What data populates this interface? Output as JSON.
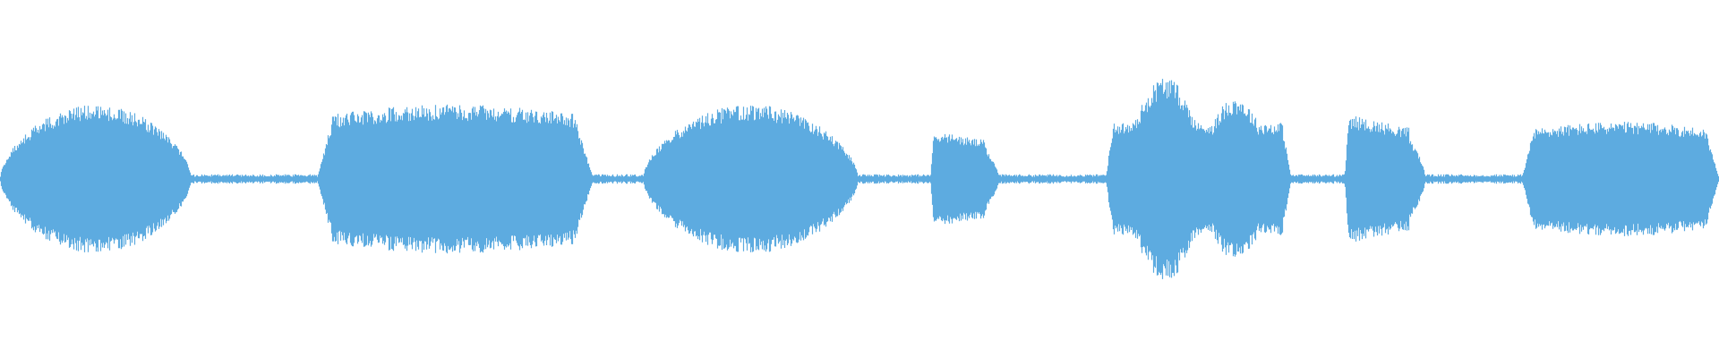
{
  "waveform": {
    "color": "#5dabe0",
    "background": "#ffffff",
    "segments": [
      {
        "start": 0.0,
        "end": 0.111,
        "peak": 0.52,
        "shape": "swell"
      },
      {
        "start": 0.184,
        "end": 0.345,
        "peak": 0.52,
        "shape": "plateau"
      },
      {
        "start": 0.374,
        "end": 0.499,
        "peak": 0.52,
        "shape": "swell"
      },
      {
        "start": 0.541,
        "end": 0.581,
        "peak": 0.36,
        "shape": "front"
      },
      {
        "start": 0.643,
        "end": 0.751,
        "peak": 0.72,
        "shape": "double"
      },
      {
        "start": 0.782,
        "end": 0.829,
        "peak": 0.48,
        "shape": "front"
      },
      {
        "start": 0.885,
        "end": 1.0,
        "peak": 0.4,
        "shape": "plateau"
      }
    ],
    "quiet_level": 0.03
  }
}
